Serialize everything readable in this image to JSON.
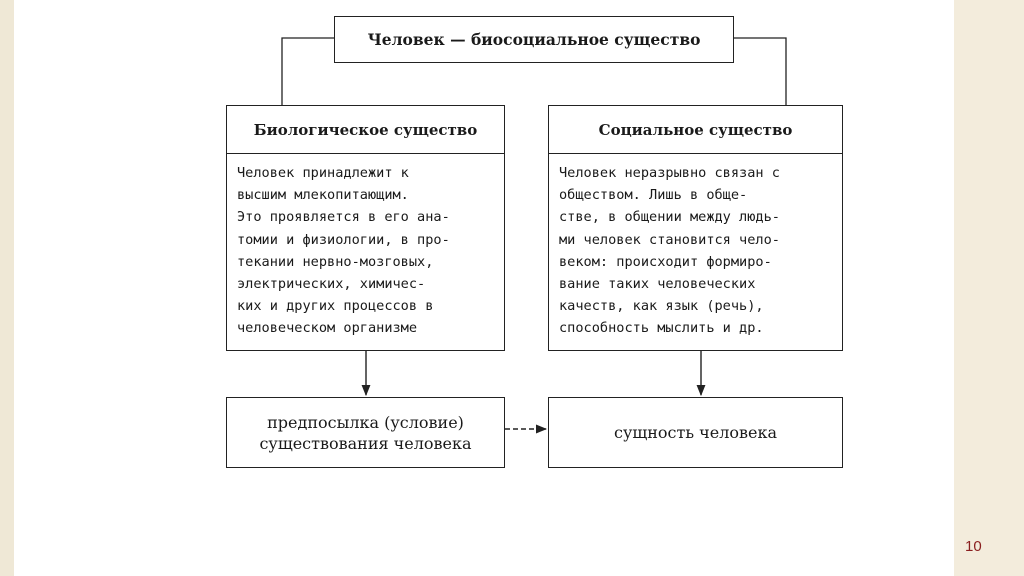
{
  "title": "Человек — биосоциальное существо",
  "biological": {
    "header": "Биологическое существо",
    "lines": [
      "Человек принадлежит к",
      "высшим млекопитающим.",
      "Это проявляется в его ана-",
      "томии и физиологии, в про-",
      "текании нервно-мозговых,",
      "электрических, химичес-",
      "ких и других процессов в",
      "человеческом организме"
    ]
  },
  "social": {
    "header": "Социальное существо",
    "lines": [
      "Человек неразрывно связан с",
      "обществом. Лишь в обще-",
      "стве, в общении между людь-",
      "ми человек становится чело-",
      "веком: происходит формиро-",
      "вание таких человеческих",
      "качеств, как язык (речь),",
      "способность мыслить и др."
    ]
  },
  "premise": {
    "line1": "предпосылка (условие)",
    "line2": "существования человека"
  },
  "essence": "сущность человека",
  "page_number": "10",
  "colors": {
    "page_number": "#8a1f1f",
    "frame": "#f6f1e4"
  }
}
